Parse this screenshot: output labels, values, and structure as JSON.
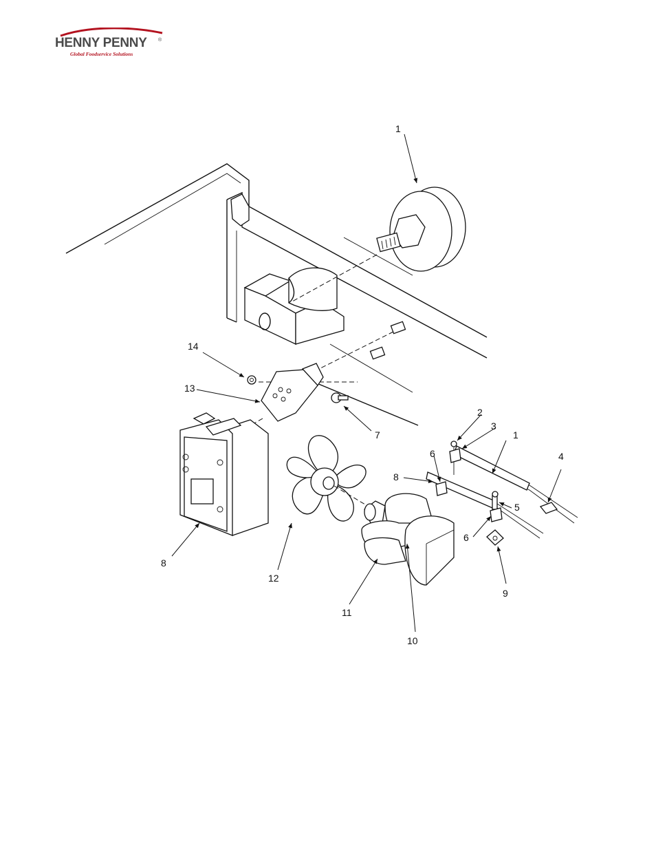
{
  "header": {
    "brand": "HENNY PENNY",
    "registered": "®",
    "tagline": "Global Foodservice Solutions",
    "brand_color": "#b3121f"
  },
  "diagram": {
    "callouts": [
      {
        "id": "c1a",
        "label": "1"
      },
      {
        "id": "c14",
        "label": "14"
      },
      {
        "id": "c13",
        "label": "13"
      },
      {
        "id": "c7",
        "label": "7"
      },
      {
        "id": "c2",
        "label": "2"
      },
      {
        "id": "c3",
        "label": "3"
      },
      {
        "id": "c1b",
        "label": "1"
      },
      {
        "id": "c4",
        "label": "4"
      },
      {
        "id": "c6a",
        "label": "6"
      },
      {
        "id": "c8b",
        "label": "8"
      },
      {
        "id": "c5",
        "label": "5"
      },
      {
        "id": "c6b",
        "label": "6"
      },
      {
        "id": "c8a",
        "label": "8"
      },
      {
        "id": "c12",
        "label": "12"
      },
      {
        "id": "c11",
        "label": "11"
      },
      {
        "id": "c10",
        "label": "10"
      },
      {
        "id": "c9",
        "label": "9"
      }
    ]
  }
}
